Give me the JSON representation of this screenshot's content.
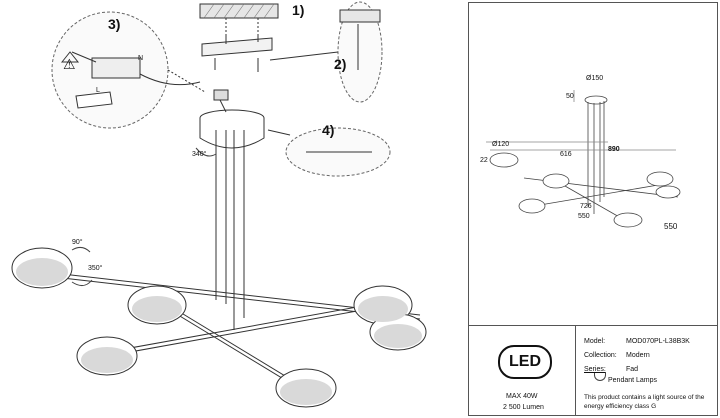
{
  "steps": {
    "s1": "1)",
    "s2": "2)",
    "s3": "3)",
    "s4": "4)"
  },
  "annotations": {
    "angle_340": "340°",
    "angle_90": "90°",
    "angle_350": "350°",
    "l_label": "L",
    "n_label": "N"
  },
  "dims": {
    "d150": "Ø150",
    "d50": "50",
    "d120": "Ø120",
    "d616": "616",
    "d890": "890",
    "d22": "22",
    "d726": "726",
    "d550a": "550",
    "d550b": "550"
  },
  "spec": {
    "logo": "LED",
    "power": "MAX 40W",
    "lumen": "2 500 Lumen",
    "model_label": "Model:",
    "model_value": "MOD070PL-L38B3K",
    "collection_label": "Collection:",
    "collection_value": "Modern",
    "series_label": "Series:",
    "series_value": "Fad",
    "type_value": "Pendant Lamps",
    "energy_note_1": "This product contains a light source of the",
    "energy_note_2": "energy efficiency class G"
  }
}
